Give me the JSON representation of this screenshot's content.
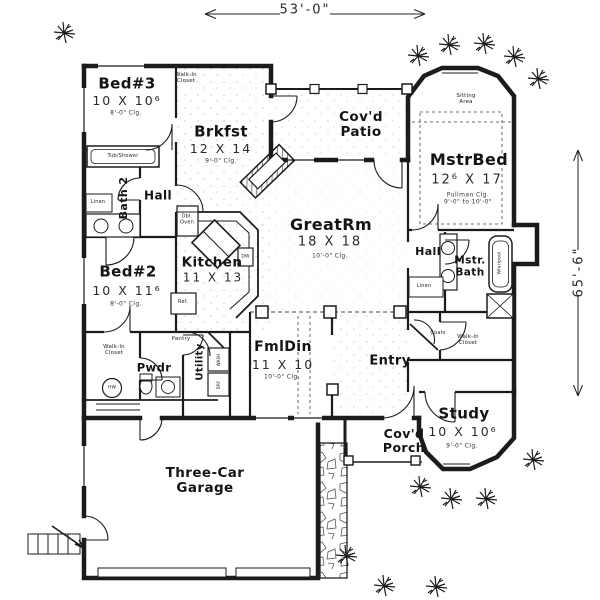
{
  "plan": {
    "dimensions": {
      "width": "53'-0\"",
      "height": "65'-6\""
    },
    "rooms": {
      "bed3": {
        "name": "Bed#3",
        "size": "10 X 10⁶",
        "ceiling": "8'-0\" Clg."
      },
      "brkfst": {
        "name": "Brkfst",
        "size": "12 X 14",
        "ceiling": "9'-0\" Clg."
      },
      "covd_patio": {
        "name": "Cov'd\nPatio"
      },
      "sitting": {
        "name": "Sitting\nArea"
      },
      "mstr_bed": {
        "name": "MstrBed",
        "size": "12⁶ X 17",
        "ceiling": "Pullman Clg.\n9'-0\" to 10'-0\""
      },
      "bath2": {
        "name": "Bath 2"
      },
      "hall_left": {
        "name": "Hall"
      },
      "bed2": {
        "name": "Bed#2",
        "size": "10 X 11⁶",
        "ceiling": "8'-0\" Clg."
      },
      "kitchen": {
        "name": "Kitchen",
        "size": "11 X 13"
      },
      "great_rm": {
        "name": "GreatRm",
        "size": "18 X 18",
        "ceiling": "10'-0\" Clg."
      },
      "hall_right": {
        "name": "Hall"
      },
      "mstr_bath": {
        "name": "Mstr.\nBath"
      },
      "fml_din": {
        "name": "FmlDin",
        "size": "11 X 10",
        "ceiling": "10'-0\" Clg."
      },
      "entry": {
        "name": "Entry"
      },
      "pwdr": {
        "name": "Pwdr"
      },
      "utility": {
        "name": "Utility"
      },
      "study": {
        "name": "Study",
        "size": "10 X 10⁶",
        "ceiling": "9'-0\" Clg."
      },
      "covd_porch": {
        "name": "Cov'd\nPorch"
      },
      "garage": {
        "name": "Three-Car\nGarage"
      }
    },
    "fixtures": {
      "tub_shower": "Tub/Shower",
      "linen_left": "Linen",
      "linen_right": "Linen",
      "dbl_oven": "Dbl.\nOven",
      "dw": "DW",
      "ref": "Ref.",
      "pantry": "Pantry",
      "wic_top": "Walk-In\nCloset",
      "wic_bed2": "Walk-In\nCloset",
      "wic_study": "Walk-In\nCloset",
      "whirlpool": "Whirlpool",
      "wash": "WASH",
      "dry": "DRY",
      "hw": "HW",
      "coats": "Coats"
    }
  }
}
